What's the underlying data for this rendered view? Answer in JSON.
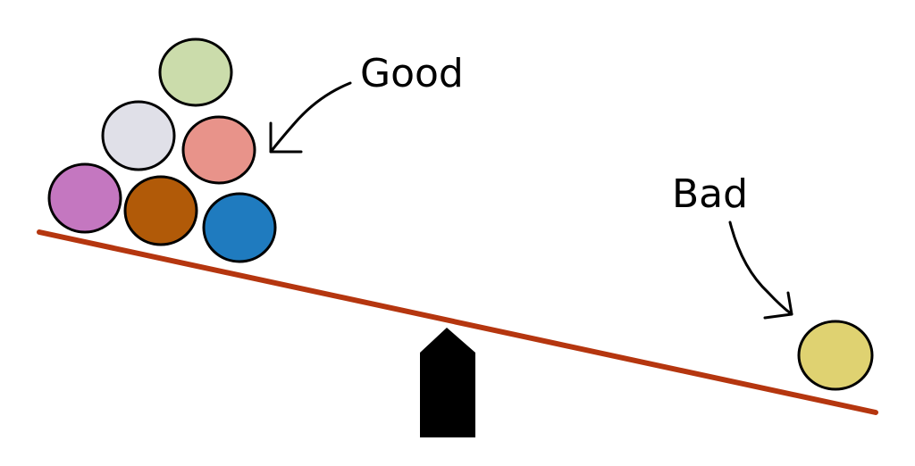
{
  "labels": {
    "good": "Good",
    "bad": "Bad"
  },
  "colors": {
    "beam": "#b5360f",
    "fulcrum": "#000000",
    "arrow": "#000000",
    "outline": "#000000"
  },
  "good_balls": [
    {
      "name": "green",
      "color": "#cbdcab"
    },
    {
      "name": "lavender",
      "color": "#e0e0e8"
    },
    {
      "name": "salmon",
      "color": "#e8938a"
    },
    {
      "name": "purple",
      "color": "#c477c0"
    },
    {
      "name": "brown",
      "color": "#b15a08"
    },
    {
      "name": "blue",
      "color": "#1f7bbf"
    }
  ],
  "bad_balls": [
    {
      "name": "yellow",
      "color": "#dfd271"
    }
  ]
}
